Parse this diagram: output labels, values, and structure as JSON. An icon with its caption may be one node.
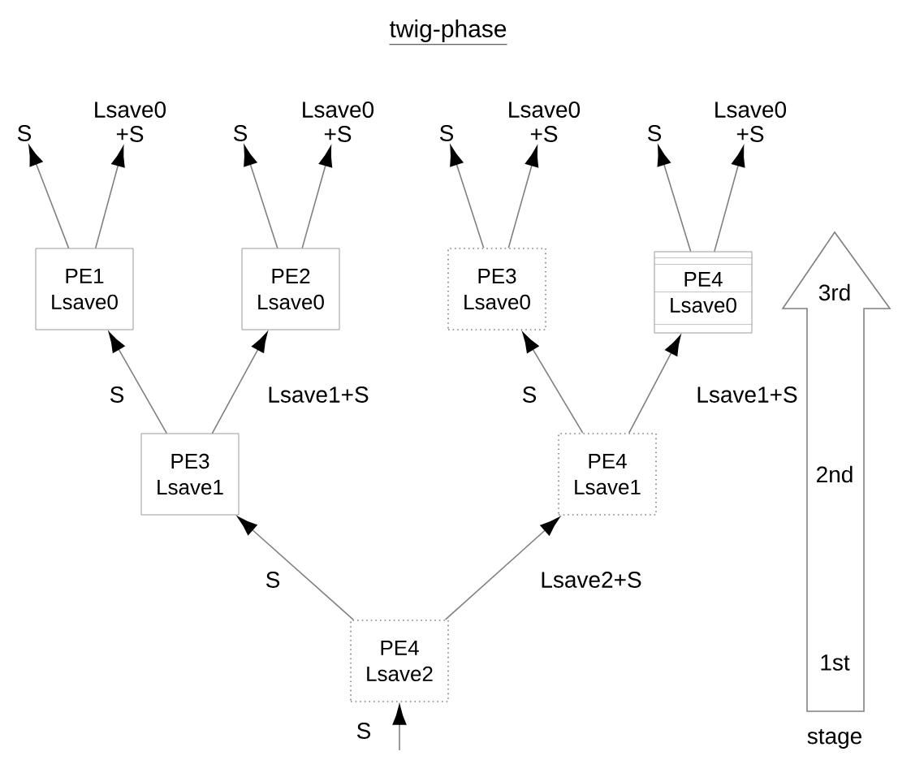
{
  "diagram": {
    "title": "twig-phase",
    "nodes": [
      {
        "text": [
          "S"
        ]
      },
      {
        "text": [
          "Lsave0 +S"
        ]
      },
      {
        "text": [
          "S"
        ]
      },
      {
        "text": [
          "Lsave0 +S"
        ]
      },
      {
        "text": [
          "S"
        ]
      },
      {
        "text": [
          "Lsave0 +S"
        ]
      },
      {
        "text": [
          "S"
        ]
      },
      {
        "text": [
          "Lsave0 +S"
        ]
      },
      {
        "text": [
          "PE1",
          "Lsave0"
        ]
      },
      {
        "text": [
          "PE2",
          "Lsave0"
        ]
      },
      {
        "text": [
          "PE3",
          "Lsave0"
        ]
      },
      {
        "text": [
          "PE4",
          "Lsave0"
        ]
      },
      {
        "text": [
          "PE3",
          "Lsave1"
        ]
      },
      {
        "text": [
          "PE4",
          "Lsave1"
        ]
      },
      {
        "text": [
          "PE4",
          "Lsave2"
        ]
      }
    ],
    "edges": [
      {
        "from": 8,
        "to": 0,
        "arrow": "to"
      },
      {
        "from": 8,
        "to": 1,
        "arrow": "to"
      },
      {
        "from": 9,
        "to": 2,
        "arrow": "to"
      },
      {
        "from": 9,
        "to": 3,
        "arrow": "to"
      },
      {
        "from": 10,
        "to": 4,
        "arrow": "to"
      },
      {
        "from": 10,
        "to": 5,
        "arrow": "to"
      },
      {
        "from": 11,
        "to": 6,
        "arrow": "to"
      },
      {
        "from": 11,
        "to": 7,
        "arrow": "to"
      },
      {
        "from": 12,
        "to": 8,
        "arrow": "to",
        "label": "S"
      },
      {
        "from": 12,
        "to": 9,
        "arrow": "to",
        "label": "Lsave1+S"
      },
      {
        "from": 13,
        "to": 10,
        "arrow": "to",
        "label": "S"
      },
      {
        "from": 13,
        "to": 11,
        "arrow": "to",
        "label": "Lsave1+S"
      },
      {
        "from": 14,
        "to": 12,
        "arrow": "to",
        "label": "S"
      },
      {
        "from": 14,
        "to": 13,
        "arrow": "to",
        "label": "Lsave2+S"
      },
      {
        "from": null,
        "to": 14,
        "arrow": "to",
        "label": "S"
      }
    ],
    "labels": [
      "3rd",
      "2nd",
      "1st",
      "stage"
    ]
  }
}
